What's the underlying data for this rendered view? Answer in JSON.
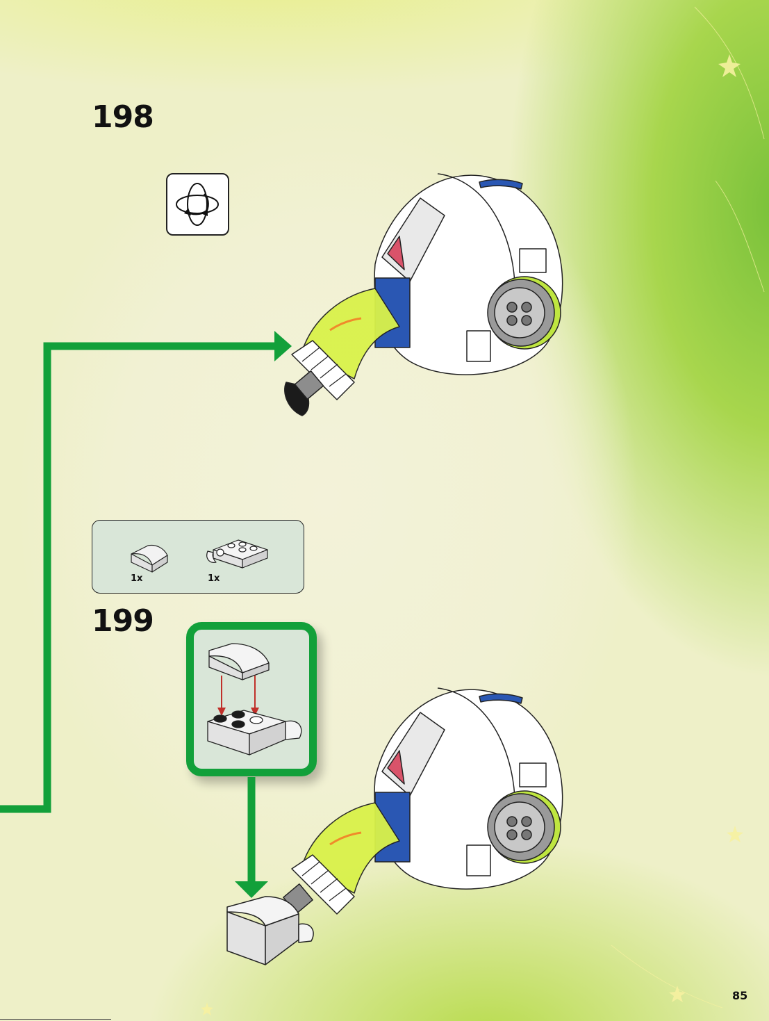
{
  "steps": [
    {
      "number": "198"
    },
    {
      "number": "199"
    }
  ],
  "parts_list": [
    {
      "qty": "1x",
      "icon": "curved-slope-brick-icon"
    },
    {
      "qty": "1x",
      "icon": "technic-brick-with-clip-icon"
    }
  ],
  "rotate_icon": "rotate-model-icon",
  "page_number": "85",
  "colors": {
    "arrow_green": "#12a03a",
    "parts_box_bg": "#d9e6d8",
    "transparent_lime": "#d9f24a",
    "accent_blue": "#2a57b3",
    "brick_white": "#ffffff"
  }
}
